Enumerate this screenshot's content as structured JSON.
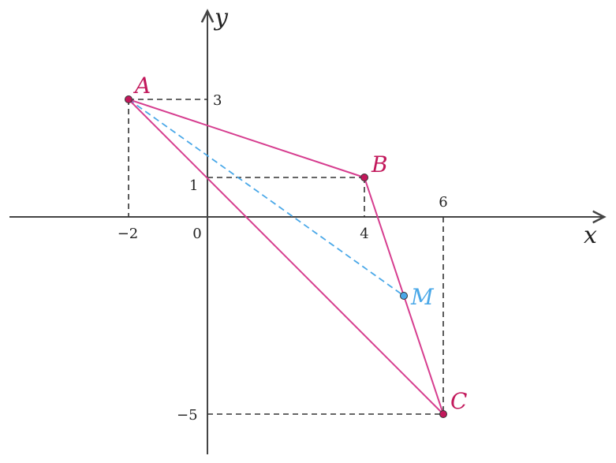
{
  "axes": {
    "x_label": "x",
    "y_label": "y",
    "origin_label": "0",
    "x_ticks": [
      "−2",
      "4",
      "6"
    ],
    "y_ticks": [
      "3",
      "1",
      "−5"
    ]
  },
  "points": {
    "A": {
      "label": "A",
      "coords": [
        -2,
        3
      ]
    },
    "B": {
      "label": "B",
      "coords": [
        4,
        1
      ]
    },
    "C": {
      "label": "C",
      "coords": [
        6,
        -5
      ]
    },
    "M": {
      "label": "M",
      "coords": [
        5,
        -2
      ]
    }
  },
  "colors": {
    "triangle": "#d63d8f",
    "vertex_fill": "#c2185b",
    "median": "#4aa8e8",
    "axis": "#444444",
    "guide": "#333333"
  }
}
